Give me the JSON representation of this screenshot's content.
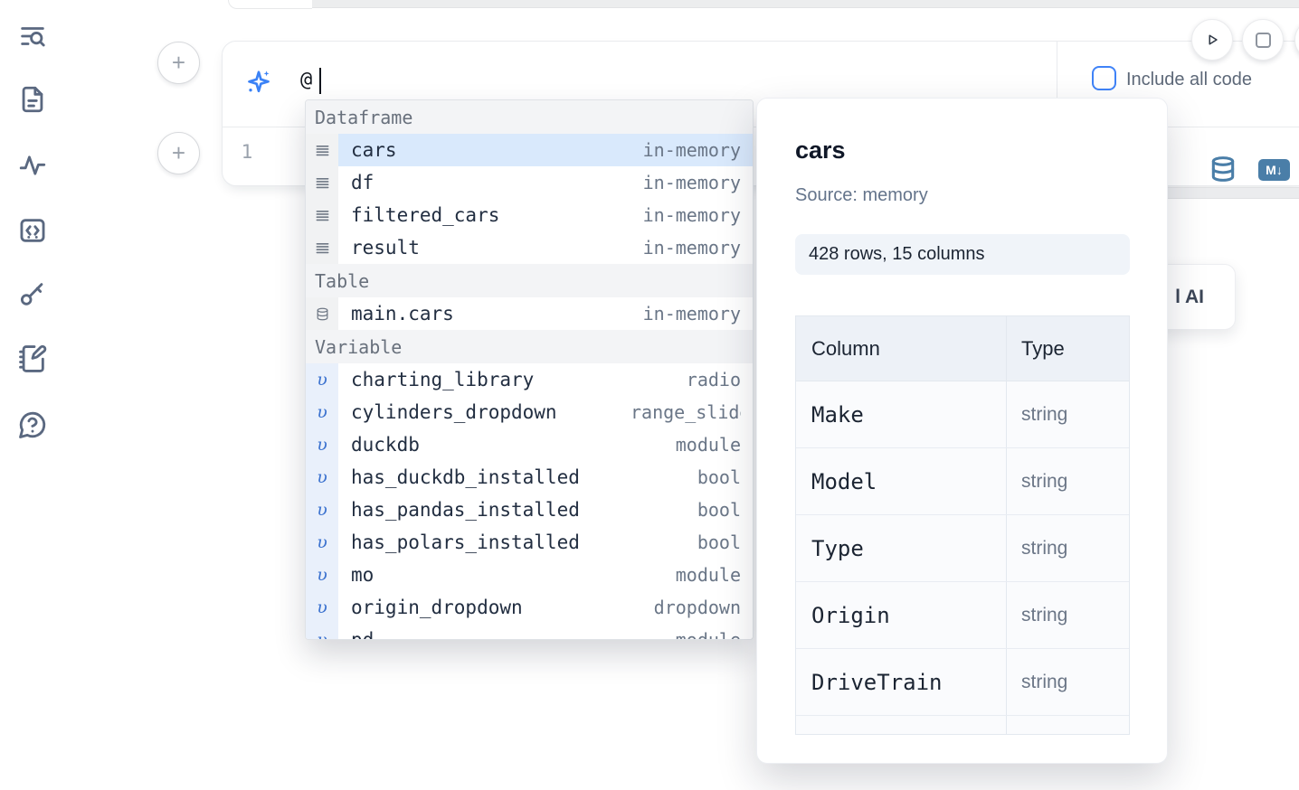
{
  "colors": {
    "accent_blue": "#3f83f8",
    "sparkle_blue": "#3b82f6",
    "steel_blue": "#4a7ea8",
    "sidebar_icon_gray": "#5a6880",
    "selection_bg": "#d9e9fc"
  },
  "sidebar": {
    "icons": [
      "list-search-icon",
      "file-text-icon",
      "activity-icon",
      "code-snippets-icon",
      "key-icon",
      "notebook-edit-icon",
      "help-bubble-icon"
    ]
  },
  "run_controls": {
    "include_all_code_label": "Include all code"
  },
  "ai_input": {
    "value": "@"
  },
  "editor": {
    "line_number": "1"
  },
  "cell_toolbar": {
    "markdown_badge": "M↓"
  },
  "ai_button_fragment": {
    "visible_text": "l AI"
  },
  "autocomplete": {
    "sections": [
      {
        "label": "Dataframe",
        "items": [
          {
            "name": "cars",
            "type": "in-memory"
          },
          {
            "name": "df",
            "type": "in-memory"
          },
          {
            "name": "filtered_cars",
            "type": "in-memory"
          },
          {
            "name": "result",
            "type": "in-memory"
          }
        ]
      },
      {
        "label": "Table",
        "items": [
          {
            "name": "main.cars",
            "type": "in-memory"
          }
        ]
      },
      {
        "label": "Variable",
        "variable_glyph": "υ",
        "items": [
          {
            "name": "charting_library",
            "type": "radio"
          },
          {
            "name": "cylinders_dropdown",
            "type": "range_slider"
          },
          {
            "name": "duckdb",
            "type": "module"
          },
          {
            "name": "has_duckdb_installed",
            "type": "bool"
          },
          {
            "name": "has_pandas_installed",
            "type": "bool"
          },
          {
            "name": "has_polars_installed",
            "type": "bool"
          },
          {
            "name": "mo",
            "type": "module"
          },
          {
            "name": "origin_dropdown",
            "type": "dropdown"
          },
          {
            "name": "pd",
            "type": "module"
          }
        ]
      }
    ]
  },
  "preview": {
    "title": "cars",
    "source_label": "Source: memory",
    "shape_badge": "428 rows, 15 columns",
    "schema_table": {
      "headers": [
        "Column",
        "Type"
      ],
      "rows": [
        [
          "Make",
          "string"
        ],
        [
          "Model",
          "string"
        ],
        [
          "Type",
          "string"
        ],
        [
          "Origin",
          "string"
        ],
        [
          "DriveTrain",
          "string"
        ]
      ]
    }
  }
}
